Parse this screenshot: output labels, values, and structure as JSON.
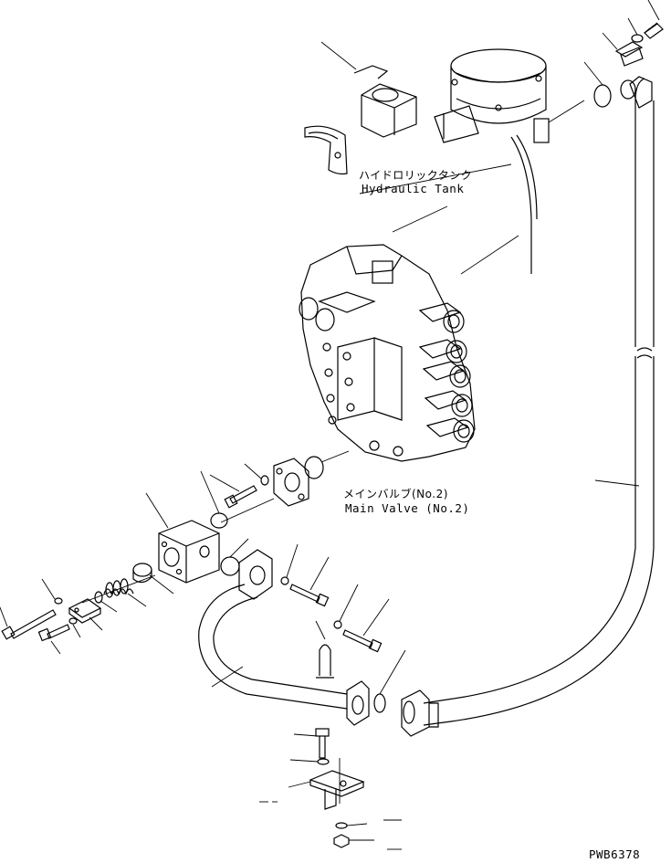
{
  "labels": {
    "hydraulic_tank_jp": "ハイドロリックタンク",
    "hydraulic_tank_en": "Hydraulic Tank",
    "main_valve_jp": "メインバルブ(No.2)",
    "main_valve_en": "Main Valve (No.2)",
    "drawing_code": "PWB6378"
  }
}
